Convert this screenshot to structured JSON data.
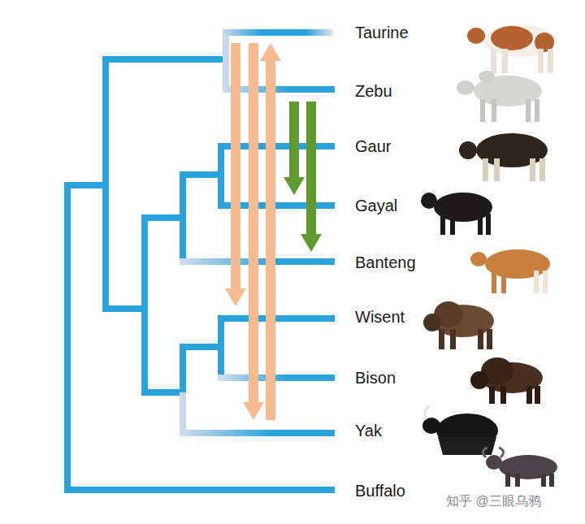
{
  "diagram": {
    "nodes": [
      {
        "text": [
          "Taurine"
        ]
      },
      {
        "text": [
          "Zebu"
        ]
      },
      {
        "text": [
          "Gaur"
        ]
      },
      {
        "text": [
          "Gayal"
        ]
      },
      {
        "text": [
          "Banteng"
        ]
      },
      {
        "text": [
          "Wisent"
        ]
      },
      {
        "text": [
          "Bison"
        ]
      },
      {
        "text": [
          "Yak"
        ]
      },
      {
        "text": [
          "Buffalo"
        ]
      }
    ],
    "edges": [
      {
        "from": 0,
        "to": 5,
        "arrow": "to"
      },
      {
        "from": 0,
        "to": 7,
        "arrow": "to"
      },
      {
        "from": 7,
        "to": 0,
        "arrow": "to"
      },
      {
        "from": 1,
        "to": 3,
        "arrow": "to"
      },
      {
        "from": 1,
        "to": 4,
        "arrow": "to"
      }
    ],
    "labels": [
      "知乎 @三眼乌鸦"
    ]
  }
}
